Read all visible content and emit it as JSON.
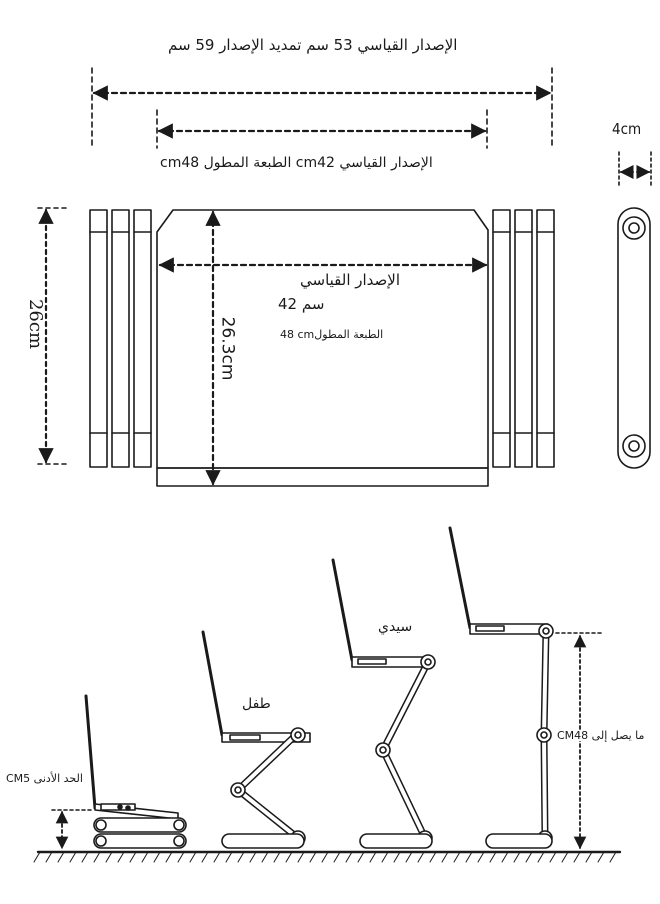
{
  "top_view": {
    "total_width_label": "الإصدار القياسي 53 سم تمديد الإصدار 59 سم",
    "inner_width_label": "cmالطبعة المطول 48 cmالإصدار القياسي 42",
    "thickness_label": "4cm",
    "height_left_label": "26cm",
    "height_center_label": "26.3cm",
    "tray_label_line1": "الإصدار القياسي",
    "tray_label_line2": "سم 42",
    "tray_label_line3": "48 cmالطبعة المطول"
  },
  "side_view": {
    "min_label": "CMالحد الأدنى 5",
    "child_label": "طفل",
    "adult_label": "سيدي",
    "max_label": "CMما يصل إلى 48"
  }
}
